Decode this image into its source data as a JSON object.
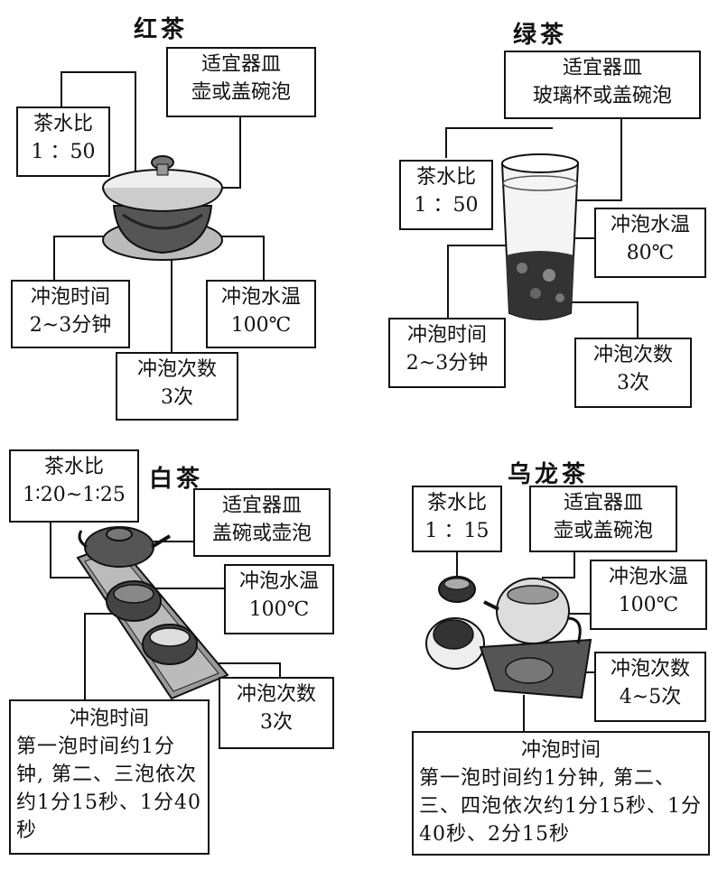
{
  "black_tea": {
    "title": "红茶",
    "ratio": {
      "label": "茶水比",
      "value": "1 ：50"
    },
    "vessel": {
      "label": "适宜器皿",
      "value": "壶或盖碗泡"
    },
    "time": {
      "label": "冲泡时间",
      "value": "2~3分钟"
    },
    "temp": {
      "label": "冲泡水温",
      "value": "100℃"
    },
    "count": {
      "label": "冲泡次数",
      "value": "3次"
    }
  },
  "green_tea": {
    "title": "绿茶",
    "vessel": {
      "label": "适宜器皿",
      "value": "玻璃杯或盖碗泡"
    },
    "ratio": {
      "label": "茶水比",
      "value": "1 ：50"
    },
    "temp": {
      "label": "冲泡水温",
      "value": "80℃"
    },
    "time": {
      "label": "冲泡时间",
      "value": "2~3分钟"
    },
    "count": {
      "label": "冲泡次数",
      "value": "3次"
    }
  },
  "white_tea": {
    "title": "白茶",
    "ratio": {
      "label": "茶水比",
      "value": "1∶20~1∶25"
    },
    "vessel": {
      "label": "适宜器皿",
      "value": "盖碗或壶泡"
    },
    "temp": {
      "label": "冲泡水温",
      "value": "100℃"
    },
    "count": {
      "label": "冲泡次数",
      "value": "3次"
    },
    "time": {
      "label": "冲泡时间",
      "value": "第一泡时间约1分钟, 第二、三泡依次约1分15秒、1分40秒"
    }
  },
  "oolong_tea": {
    "title": "乌龙茶",
    "ratio": {
      "label": "茶水比",
      "value": "1 ：15"
    },
    "vessel": {
      "label": "适宜器皿",
      "value": "壶或盖碗泡"
    },
    "temp": {
      "label": "冲泡水温",
      "value": "100℃"
    },
    "count": {
      "label": "冲泡次数",
      "value": "4~5次"
    },
    "time": {
      "label": "冲泡时间",
      "value": "第一泡时间约1分钟, 第二、三、四泡依次约1分15秒、1分40秒、2分15秒"
    }
  }
}
